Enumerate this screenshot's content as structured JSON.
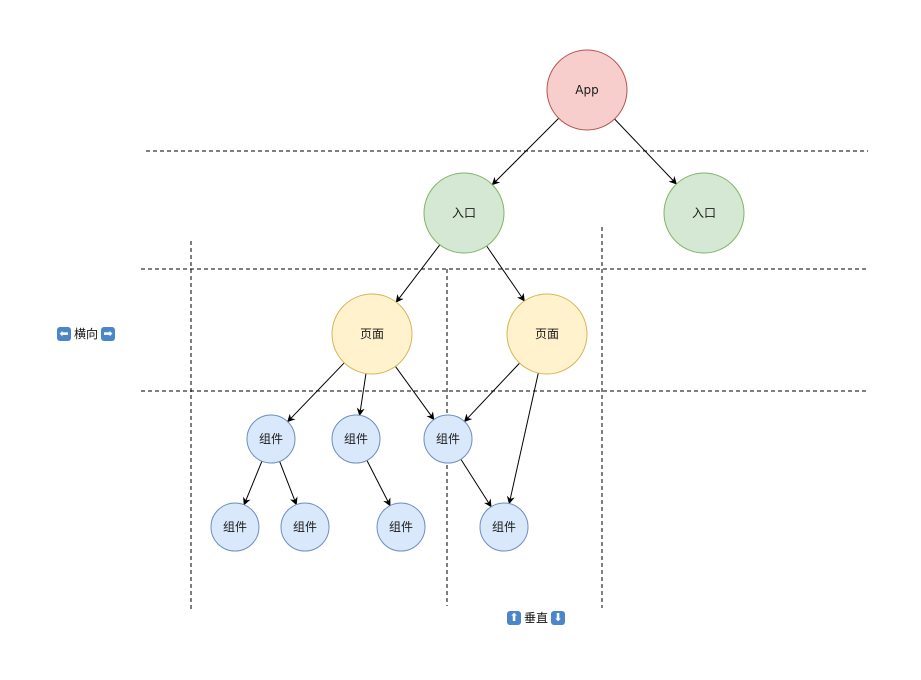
{
  "diagram": {
    "colors": {
      "app_fill": "#f8cecc",
      "app_stroke": "#b85450",
      "entry_fill": "#d5e8d4",
      "entry_stroke": "#82b366",
      "page_fill": "#fff2cc",
      "page_stroke": "#d6b656",
      "component_fill": "#dae8fc",
      "component_stroke": "#6c8ebf",
      "edge": "#000000",
      "divider": "#000000"
    },
    "nodes": [
      {
        "id": "app",
        "label": "App",
        "type": "app"
      },
      {
        "id": "entry1",
        "label": "入口",
        "type": "entry"
      },
      {
        "id": "entry2",
        "label": "入口",
        "type": "entry"
      },
      {
        "id": "page1",
        "label": "页面",
        "type": "page"
      },
      {
        "id": "page2",
        "label": "页面",
        "type": "page"
      },
      {
        "id": "comp1",
        "label": "组件",
        "type": "component"
      },
      {
        "id": "comp2",
        "label": "组件",
        "type": "component"
      },
      {
        "id": "comp3",
        "label": "组件",
        "type": "component"
      },
      {
        "id": "comp4",
        "label": "组件",
        "type": "component"
      },
      {
        "id": "comp5",
        "label": "组件",
        "type": "component"
      },
      {
        "id": "comp6",
        "label": "组件",
        "type": "component"
      },
      {
        "id": "comp7",
        "label": "组件",
        "type": "component"
      }
    ],
    "edges": [
      {
        "from": "app",
        "to": "entry1"
      },
      {
        "from": "app",
        "to": "entry2"
      },
      {
        "from": "entry1",
        "to": "page1"
      },
      {
        "from": "entry1",
        "to": "page2"
      },
      {
        "from": "page1",
        "to": "comp1"
      },
      {
        "from": "page1",
        "to": "comp2"
      },
      {
        "from": "page1",
        "to": "comp3"
      },
      {
        "from": "page2",
        "to": "comp3"
      },
      {
        "from": "page2",
        "to": "comp7"
      },
      {
        "from": "comp1",
        "to": "comp4"
      },
      {
        "from": "comp1",
        "to": "comp5"
      },
      {
        "from": "comp2",
        "to": "comp6"
      },
      {
        "from": "comp3",
        "to": "comp7"
      }
    ]
  },
  "labels": {
    "horizontal": {
      "left_icon": "left-arrow-icon",
      "text": "横向",
      "right_icon": "right-arrow-icon"
    },
    "vertical": {
      "up_icon": "up-arrow-icon",
      "text": "垂直",
      "down_icon": "down-arrow-icon"
    }
  }
}
